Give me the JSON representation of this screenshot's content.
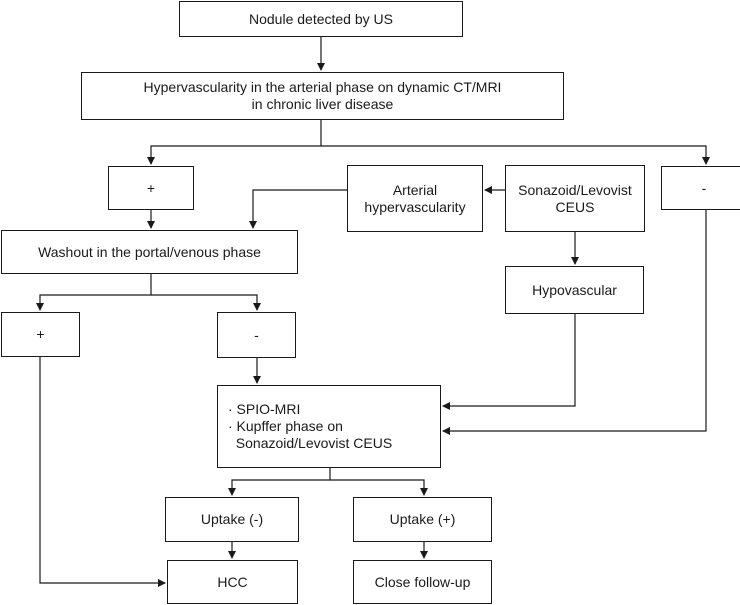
{
  "nodes": {
    "nodule": {
      "text": "Nodule detected by US"
    },
    "hyper": {
      "lines": [
        "Hypervascularity in the arterial phase on dynamic CT/MRI",
        "in chronic liver disease"
      ]
    },
    "plus1": {
      "text": "+"
    },
    "minus1": {
      "text": "-"
    },
    "arterial": {
      "lines": [
        "Arterial",
        "hypervascularity"
      ]
    },
    "ceus": {
      "lines": [
        "Sonazoid/Levovist",
        "CEUS"
      ]
    },
    "washout": {
      "text": "Washout in the portal/venous phase"
    },
    "hypovascular": {
      "text": "Hypovascular"
    },
    "plus2": {
      "text": "+"
    },
    "minus2": {
      "text": "-"
    },
    "spio": {
      "lines": [
        "· SPIO-MRI",
        "· Kupffer phase on",
        "  Sonazoid/Levovist CEUS"
      ]
    },
    "uptake_neg": {
      "text": "Uptake (-)"
    },
    "uptake_pos": {
      "text": "Uptake (+)"
    },
    "hcc": {
      "text": "HCC"
    },
    "followup": {
      "text": "Close follow-up"
    }
  },
  "style": {
    "stroke": "#1a1a1a",
    "fill": "#ffffff",
    "text": "#1a1a1a"
  }
}
